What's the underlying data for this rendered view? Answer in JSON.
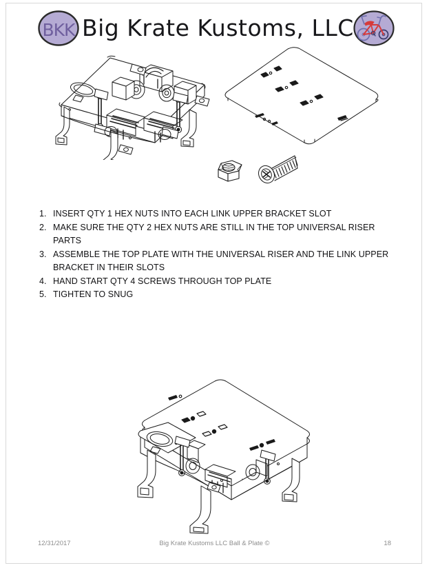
{
  "document": {
    "brand_title": "Big Krate Kustoms, LLC.",
    "logo_text": "BKK",
    "logo_icon": "bkk-monogram-circle",
    "bike_icon": "krate-bicycle-circle",
    "accent_color": "#b5abd4",
    "logo_stroke_color": "#2b2b2b",
    "logo_text_color": "#6f5f9e",
    "bike_red": "#d63b3b",
    "bike_purple": "#6f6fae",
    "page_background": "#ffffff",
    "page_border_color": "#d8d8d8"
  },
  "steps": [
    {
      "num": "1.",
      "text": "INSERT QTY 1 HEX NUTS INTO EACH LINK UPPER BRACKET SLOT"
    },
    {
      "num": "2.",
      "text": "MAKE SURE THE QTY 2 HEX NUTS ARE STILL IN THE TOP UNIVERSAL RISER PARTS"
    },
    {
      "num": "3.",
      "text": "ASSEMBLE THE TOP PLATE WITH THE UNIVERSAL RISER AND THE LINK UPPER BRACKET IN THEIR SLOTS"
    },
    {
      "num": "4.",
      "text": "HAND START QTY 4 SCREWS THROUGH TOP PLATE"
    },
    {
      "num": "5.",
      "text": "TIGHTEN TO SNUG"
    }
  ],
  "figures": {
    "base_assembly": "exploded-base-assembly-isometric",
    "top_plate": "top-plate-isometric",
    "hex_nut": "hex-nut-isometric",
    "screw": "flat-head-phillips-screw-isometric",
    "final_assembly": "assembled-plate-on-base-isometric"
  },
  "footer": {
    "date": "12/31/2017",
    "center": "Big Krate Kustoms LLC Ball & Plate ©",
    "page_number": "18"
  }
}
